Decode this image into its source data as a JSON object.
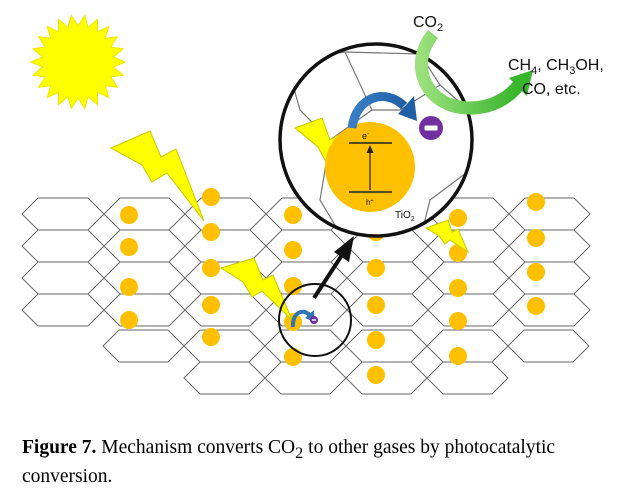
{
  "diagram": {
    "labels": {
      "co2": {
        "base": "CO",
        "sub": "2"
      },
      "products_line1": {
        "parts": [
          {
            "t": "CH"
          },
          {
            "t": "4",
            "sub": true
          },
          {
            "t": ", CH"
          },
          {
            "t": "3",
            "sub": true
          },
          {
            "t": "OH,"
          }
        ]
      },
      "products_line2": "CO, etc.",
      "electron": "e",
      "electron_sup": "-",
      "hole": "h",
      "hole_sup": "+",
      "tio2": {
        "base": "TiO",
        "sub": "2"
      }
    },
    "colors": {
      "sun": "#ffff00",
      "sun_stroke": "#f2e600",
      "particle": "#ffc000",
      "lightning": "#ffff00",
      "lightning_stroke": "#c9c900",
      "electron_ion": "#7030a0",
      "curved_arrow": "#2e75b6",
      "green_arrow": "#4cc43b",
      "hex_stroke": "#666666"
    }
  },
  "caption": {
    "figure_label": "Figure 7.",
    "text_before": " Mechanism converts CO",
    "text_sub": "2",
    "text_after": " to other gases by photocatalytic conversion."
  }
}
